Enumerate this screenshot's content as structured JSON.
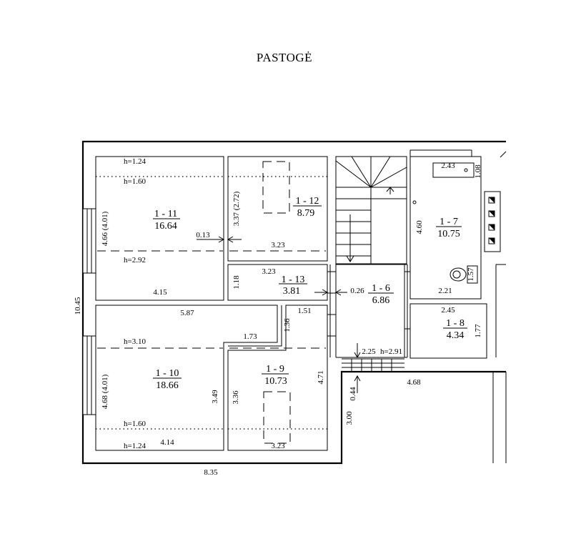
{
  "title": "PASTOGĖ",
  "heights": {
    "h_1_24_top": "h=1.24",
    "h_1_60_top": "h=1.60",
    "h_2_92": "h=2.92",
    "h_3_10": "h=3.10",
    "h_1_60_bottom": "h=1.60",
    "h_1_24_bottom": "h=1.24",
    "h_2_91": "h=2.91"
  },
  "rooms": [
    {
      "id": "1 - 11",
      "area": "16.64"
    },
    {
      "id": "1 - 12",
      "area": "8.79"
    },
    {
      "id": "1 - 13",
      "area": "3.81"
    },
    {
      "id": "1 - 6",
      "area": "6.86"
    },
    {
      "id": "1 - 7",
      "area": "10.75"
    },
    {
      "id": "1 - 8",
      "area": "4.34"
    },
    {
      "id": "1 - 10",
      "area": "18.66"
    },
    {
      "id": "1 - 9",
      "area": "10.73"
    }
  ],
  "dimensions": {
    "d_4_66": "4.66 (4.01)",
    "d_0_13": "0.13",
    "d_4_15": "4.15",
    "d_3_37": "3.37 (2.72)",
    "d_3_23_r12": "3.23",
    "d_3_23_r13": "3.23",
    "d_1_18": "1.18",
    "d_0_26": "0.26",
    "d_2_43": "2.43",
    "d_1_08": "1.08",
    "d_4_60": "4.60",
    "d_1_57": "1.57",
    "d_2_21": "2.21",
    "d_2_45": "2.45",
    "d_1_77": "1.77",
    "d_10_45": "10.45",
    "d_5_87": "5.87",
    "d_1_51": "1.51",
    "d_1_36": "1.36",
    "d_1_73": "1.73",
    "d_2_25": "2.25",
    "d_4_68_left": "4.68 (4.01)",
    "d_3_49": "3.49",
    "d_3_36": "3.36",
    "d_4_71": "4.71",
    "d_0_44": "0.44",
    "d_4_68_right": "4.68",
    "d_3_00": "3.00",
    "d_4_14": "4.14",
    "d_3_23_r9": "3.23",
    "d_8_35": "8.35"
  }
}
